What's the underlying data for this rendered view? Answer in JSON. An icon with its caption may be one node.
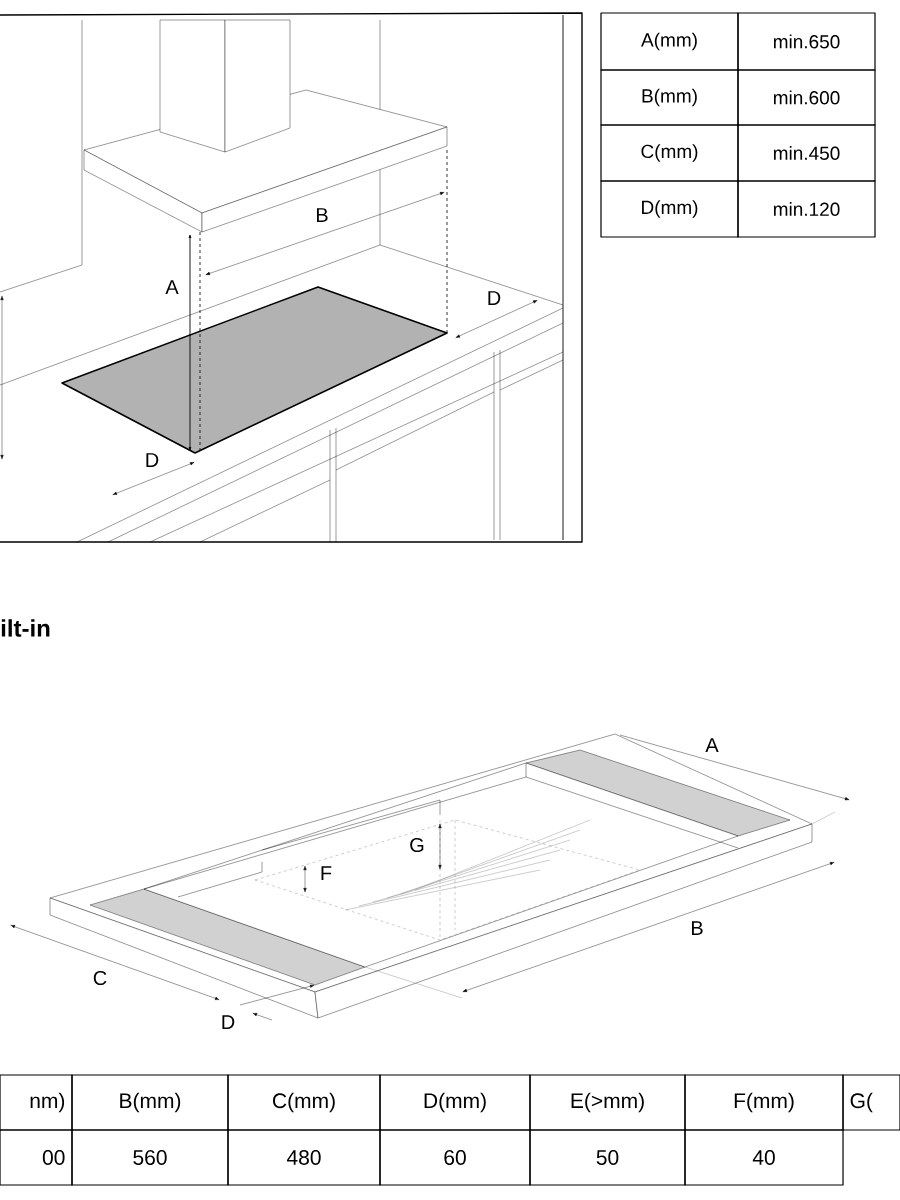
{
  "diagram": {
    "title": "ilt-in",
    "labels": [
      "B",
      "A",
      "D",
      "D",
      "A(mm)",
      "min.650",
      "B(mm)",
      "min.600",
      "C(mm)",
      "min.450",
      "D(mm)",
      "min.120",
      "A",
      "G",
      "F",
      "B",
      "C",
      "D",
      "nm)",
      "B(mm)",
      "C(mm)",
      "D(mm)",
      "E(>mm)",
      "F(mm)",
      "G(",
      "00",
      "560",
      "480",
      "60",
      "50",
      "40"
    ]
  }
}
